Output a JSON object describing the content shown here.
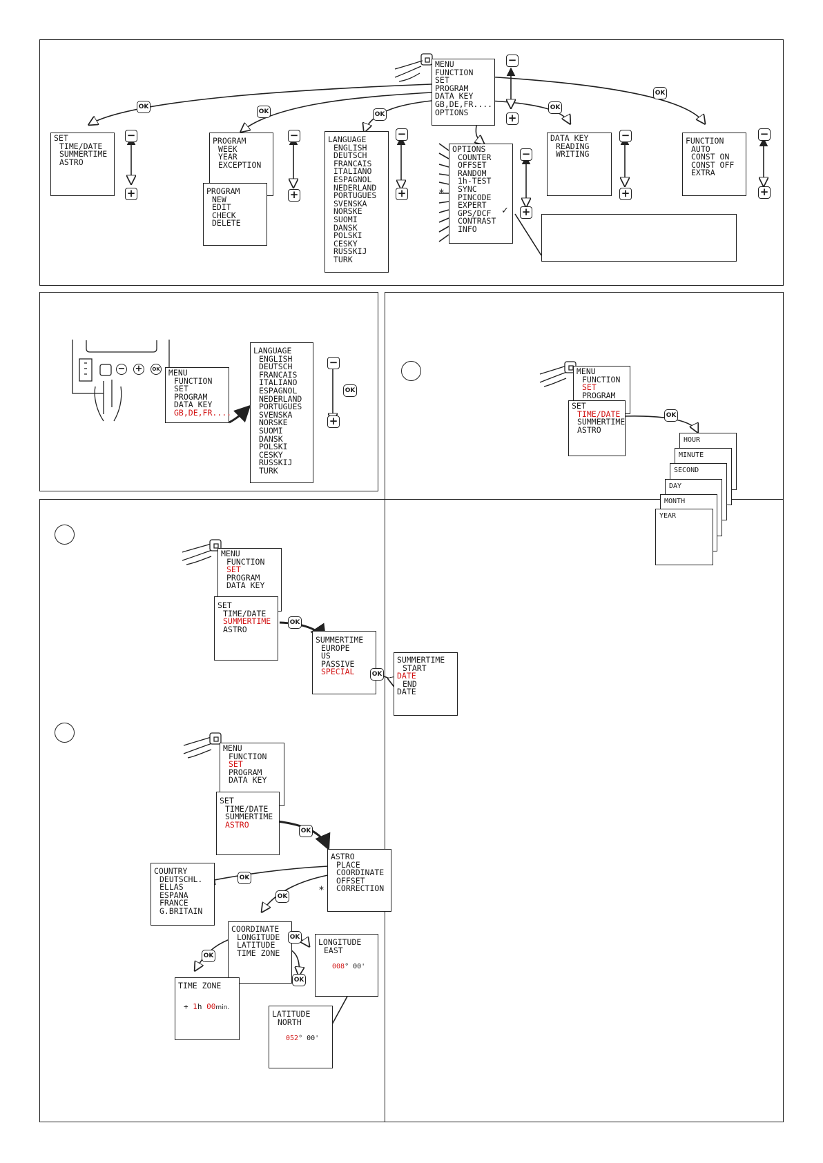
{
  "menus": {
    "menu": [
      "MENU",
      "FUNCTION",
      "SET",
      "PROGRAM",
      "DATA KEY",
      "GB,DE,FR....",
      "OPTIONS"
    ],
    "set": [
      "SET",
      "TIME/DATE",
      "SUMMERTIME",
      "ASTRO"
    ],
    "program1": [
      "PROGRAM",
      "",
      "WEEK",
      "YEAR",
      "EXCEPTION"
    ],
    "program2": [
      "PROGRAM",
      "",
      "NEW",
      "EDIT",
      "CHECK",
      "DELETE"
    ],
    "language": [
      "LANGUAGE",
      "ENGLISH",
      "DEUTSCH",
      "FRANCAIS",
      "ITALIANO",
      "ESPAGNOL",
      "NEDERLAND",
      "PORTUGUES",
      "SVENSKA",
      "NORSKE",
      "SUOMI",
      "DANSK",
      "POLSKI",
      "CESKY",
      "RUSSKIJ",
      "TURK"
    ],
    "options": [
      "OPTIONS",
      "COUNTER",
      "OFFSET",
      "RANDOM",
      "1h-TEST",
      "SYNC",
      "PINCODE",
      "EXPERT",
      "GPS/DCF",
      "CONTRAST",
      "INFO"
    ],
    "datakey": [
      "DATA KEY",
      "READING",
      "WRITING"
    ],
    "function": [
      "FUNCTION",
      "",
      "AUTO",
      "CONST ON",
      "CONST OFF",
      "EXTRA"
    ],
    "menu_short": [
      "MENU",
      "FUNCTION",
      "SET",
      "PROGRAM",
      "DATA KEY"
    ],
    "menu_lang": [
      "MENU",
      "FUNCTION",
      "SET",
      "PROGRAM",
      "DATA KEY",
      "GB,DE,FR...."
    ],
    "menu_set3": [
      "MENU",
      "FUNCTION",
      "SET",
      "PROGRAM"
    ],
    "timedate_stack": [
      "HOUR",
      "MINUTE",
      "SECOND",
      "DAY",
      "MONTH",
      "YEAR"
    ],
    "summertime_list": [
      "SUMMERTIME",
      "EUROPE",
      "US",
      "PASSIVE",
      "SPECIAL"
    ],
    "summertime_special": [
      "SUMMERTIME",
      "",
      "START",
      "DATE",
      "",
      "END",
      "DATE"
    ],
    "astro": [
      "ASTRO",
      "PLACE",
      "COORDINATE",
      "OFFSET",
      "CORRECTION"
    ],
    "country": [
      "COUNTRY",
      "DEUTSCHL.",
      "ELLAS",
      "ESPANA",
      "FRANCE",
      "G.BRITAIN"
    ],
    "coordinate": [
      "COORDINATE",
      "LONGITUDE",
      "LATITUDE",
      "TIME ZONE"
    ],
    "longitude": {
      "title": "LONGITUDE",
      "dir": "EAST",
      "deg": "008",
      "min": "00"
    },
    "latitude": {
      "title": "LATITUDE",
      "dir": "NORTH",
      "deg": "052",
      "min": "00"
    },
    "timezone": {
      "title": "TIME ZONE",
      "sign": "+",
      "h": "1",
      "hunit": "h",
      "m": "00",
      "munit": "min."
    }
  },
  "buttons": {
    "ok": "OK",
    "minus": "−",
    "plus": "+"
  },
  "symbols": {
    "asterisk": "*",
    "check": "✓"
  },
  "colors": {
    "highlight": "#d21414"
  }
}
